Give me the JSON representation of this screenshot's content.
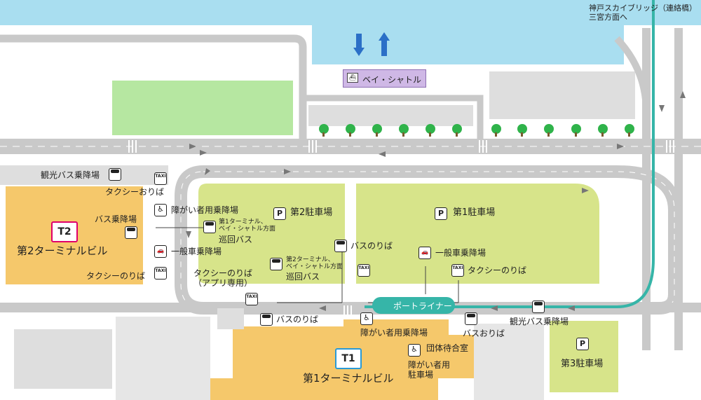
{
  "colors": {
    "sea": "#a9def0",
    "road": "#c9c9c9",
    "road_edge": "#b4b4b4",
    "green_area": "#b6e7a1",
    "parking": "#d7e48a",
    "terminal": "#f5c86b",
    "facility_gray": "#dedede",
    "portliner": "#36b5a8",
    "ferry_arrow": "#2b6fc7",
    "tree": "#2fb34a",
    "terminal_border_t2": "#e0006a",
    "terminal_border_t1": "#2a9ad6",
    "bay_shuttle_bg": "#cfb8e6"
  },
  "direction": {
    "text": "神戸スカイブリッジ（連絡橋）\n三宮方面へ"
  },
  "bay_shuttle": {
    "label": "ベイ・シャトル"
  },
  "portliner": {
    "label": "ポートライナー"
  },
  "t2": {
    "badge": "T2",
    "name": "第2ターミナルビル"
  },
  "t1": {
    "badge": "T1",
    "name": "第1ターミナルビル"
  },
  "parking": {
    "p1": "第1駐車場",
    "p2": "第2駐車場",
    "p3": "第3駐車場",
    "icon": "P"
  },
  "labels": {
    "tour_bus_t2": "観光バス乗降場",
    "taxi_drop_t2": "タクシーおりば",
    "wheel_t2": "障がい者用乗降場",
    "bus_stop_t2": "バス乗降場",
    "general_t2": "一般車乗降場",
    "taxi_pick_t2": "タクシーのりば",
    "shuttle_small_1": "第1ターミナル、\nベイ・シャトル方面",
    "shuttle_1": "巡回バス",
    "shuttle_small_2": "第2ターミナル、\nベイ・シャトル方面",
    "shuttle_2": "巡回バス",
    "taxi_app": "タクシーのりば\n（アプリ専用）",
    "bus_board_center": "バスのりば",
    "general_t1": "一般車乗降場",
    "taxi_pick_t1": "タクシーのりば",
    "bus_board_t1": "バスのりば",
    "wheel_t1": "障がい者用乗降場",
    "bus_drop_t1": "バスおりば",
    "tour_bus_t1": "観光バス乗降場",
    "group_wait": "団体待合室",
    "wheel_parking": "障がい者用\n駐車場"
  },
  "icons": {
    "bus": "bus-icon",
    "taxi": "taxi-icon",
    "wheelchair": "wheelchair-icon",
    "car": "car-icon",
    "parking": "parking-icon",
    "ship": "ship-icon",
    "train": "train-icon",
    "taxi_text": "TAXI",
    "wheel_glyph": "♿"
  }
}
